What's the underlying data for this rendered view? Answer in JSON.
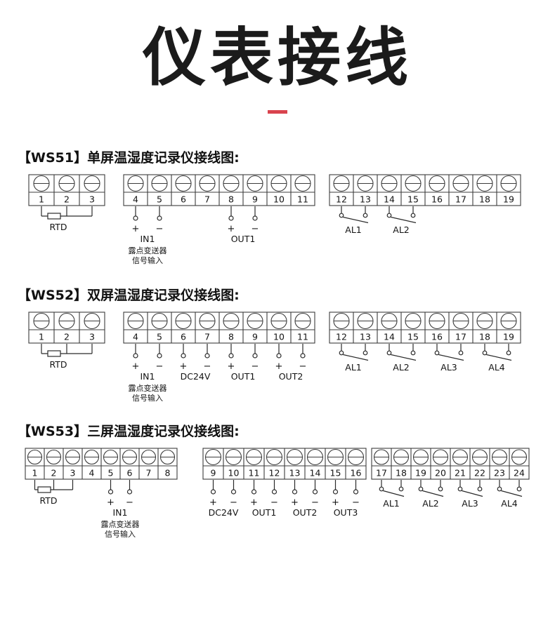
{
  "page": {
    "title": "仪表接线",
    "accent_color": "#d9434e"
  },
  "sections": [
    {
      "heading": "【WS51】单屏温湿度记录仪接线图:",
      "blocks": [
        {
          "terminals": [
            "1",
            "2",
            "3"
          ],
          "annotations": [
            {
              "type": "rtd",
              "a": "1",
              "b": "2",
              "c": "3",
              "label": "RTD"
            }
          ]
        },
        {
          "terminals": [
            "4",
            "5",
            "6",
            "7",
            "8",
            "9",
            "10",
            "11"
          ],
          "annotations": [
            {
              "type": "pair",
              "a": "4",
              "b": "5",
              "sign_a": "+",
              "sign_b": "−",
              "label": "IN1",
              "sublabels": [
                "露点变送器",
                "信号输入"
              ]
            },
            {
              "type": "pair",
              "a": "8",
              "b": "9",
              "sign_a": "+",
              "sign_b": "−",
              "label": "OUT1",
              "sublabels": []
            }
          ]
        },
        {
          "terminals": [
            "12",
            "13",
            "14",
            "15",
            "16",
            "17",
            "18",
            "19"
          ],
          "annotations": [
            {
              "type": "switch",
              "a": "12",
              "b": "13",
              "label": "AL1"
            },
            {
              "type": "switch",
              "a": "14",
              "b": "15",
              "label": "AL2"
            }
          ]
        }
      ]
    },
    {
      "heading": "【WS52】双屏温湿度记录仪接线图:",
      "blocks": [
        {
          "terminals": [
            "1",
            "2",
            "3"
          ],
          "annotations": [
            {
              "type": "rtd",
              "a": "1",
              "b": "2",
              "c": "3",
              "label": "RTD"
            }
          ]
        },
        {
          "terminals": [
            "4",
            "5",
            "6",
            "7",
            "8",
            "9",
            "10",
            "11"
          ],
          "annotations": [
            {
              "type": "pair",
              "a": "4",
              "b": "5",
              "sign_a": "+",
              "sign_b": "−",
              "label": "IN1",
              "sublabels": [
                "露点变送器",
                "信号输入"
              ]
            },
            {
              "type": "pair",
              "a": "6",
              "b": "7",
              "sign_a": "+",
              "sign_b": "−",
              "label": "DC24V",
              "sublabels": []
            },
            {
              "type": "pair",
              "a": "8",
              "b": "9",
              "sign_a": "+",
              "sign_b": "−",
              "label": "OUT1",
              "sublabels": []
            },
            {
              "type": "pair",
              "a": "10",
              "b": "11",
              "sign_a": "+",
              "sign_b": "−",
              "label": "OUT2",
              "sublabels": []
            }
          ]
        },
        {
          "terminals": [
            "12",
            "13",
            "14",
            "15",
            "16",
            "17",
            "18",
            "19"
          ],
          "annotations": [
            {
              "type": "switch",
              "a": "12",
              "b": "13",
              "label": "AL1"
            },
            {
              "type": "switch",
              "a": "14",
              "b": "15",
              "label": "AL2"
            },
            {
              "type": "switch",
              "a": "16",
              "b": "17",
              "label": "AL3"
            },
            {
              "type": "switch",
              "a": "18",
              "b": "19",
              "label": "AL4"
            }
          ]
        }
      ]
    },
    {
      "heading": "【WS53】三屏温湿度记录仪接线图:",
      "blocks": [
        {
          "terminals": [
            "1",
            "2",
            "3",
            "4",
            "5",
            "6",
            "7",
            "8"
          ],
          "annotations": [
            {
              "type": "rtd",
              "a": "1",
              "b": "2",
              "c": "3",
              "label": "RTD"
            },
            {
              "type": "pair",
              "a": "5",
              "b": "6",
              "sign_a": "+",
              "sign_b": "−",
              "label": "IN1",
              "sublabels": [
                "露点变送器",
                "信号输入"
              ]
            }
          ]
        },
        {
          "terminals": [
            "9",
            "10",
            "11",
            "12",
            "13",
            "14",
            "15",
            "16"
          ],
          "annotations": [
            {
              "type": "pair",
              "a": "9",
              "b": "10",
              "sign_a": "+",
              "sign_b": "−",
              "label": "DC24V",
              "sublabels": []
            },
            {
              "type": "pair",
              "a": "11",
              "b": "12",
              "sign_a": "+",
              "sign_b": "−",
              "label": "OUT1",
              "sublabels": []
            },
            {
              "type": "pair",
              "a": "13",
              "b": "14",
              "sign_a": "+",
              "sign_b": "−",
              "label": "OUT2",
              "sublabels": []
            },
            {
              "type": "pair",
              "a": "15",
              "b": "16",
              "sign_a": "+",
              "sign_b": "−",
              "label": "OUT3",
              "sublabels": []
            }
          ]
        },
        {
          "terminals": [
            "17",
            "18",
            "19",
            "20",
            "21",
            "22",
            "23",
            "24"
          ],
          "annotations": [
            {
              "type": "switch",
              "a": "17",
              "b": "18",
              "label": "AL1"
            },
            {
              "type": "switch",
              "a": "19",
              "b": "20",
              "label": "AL2"
            },
            {
              "type": "switch",
              "a": "21",
              "b": "22",
              "label": "AL3"
            },
            {
              "type": "switch",
              "a": "23",
              "b": "24",
              "label": "AL4"
            }
          ]
        }
      ]
    }
  ]
}
